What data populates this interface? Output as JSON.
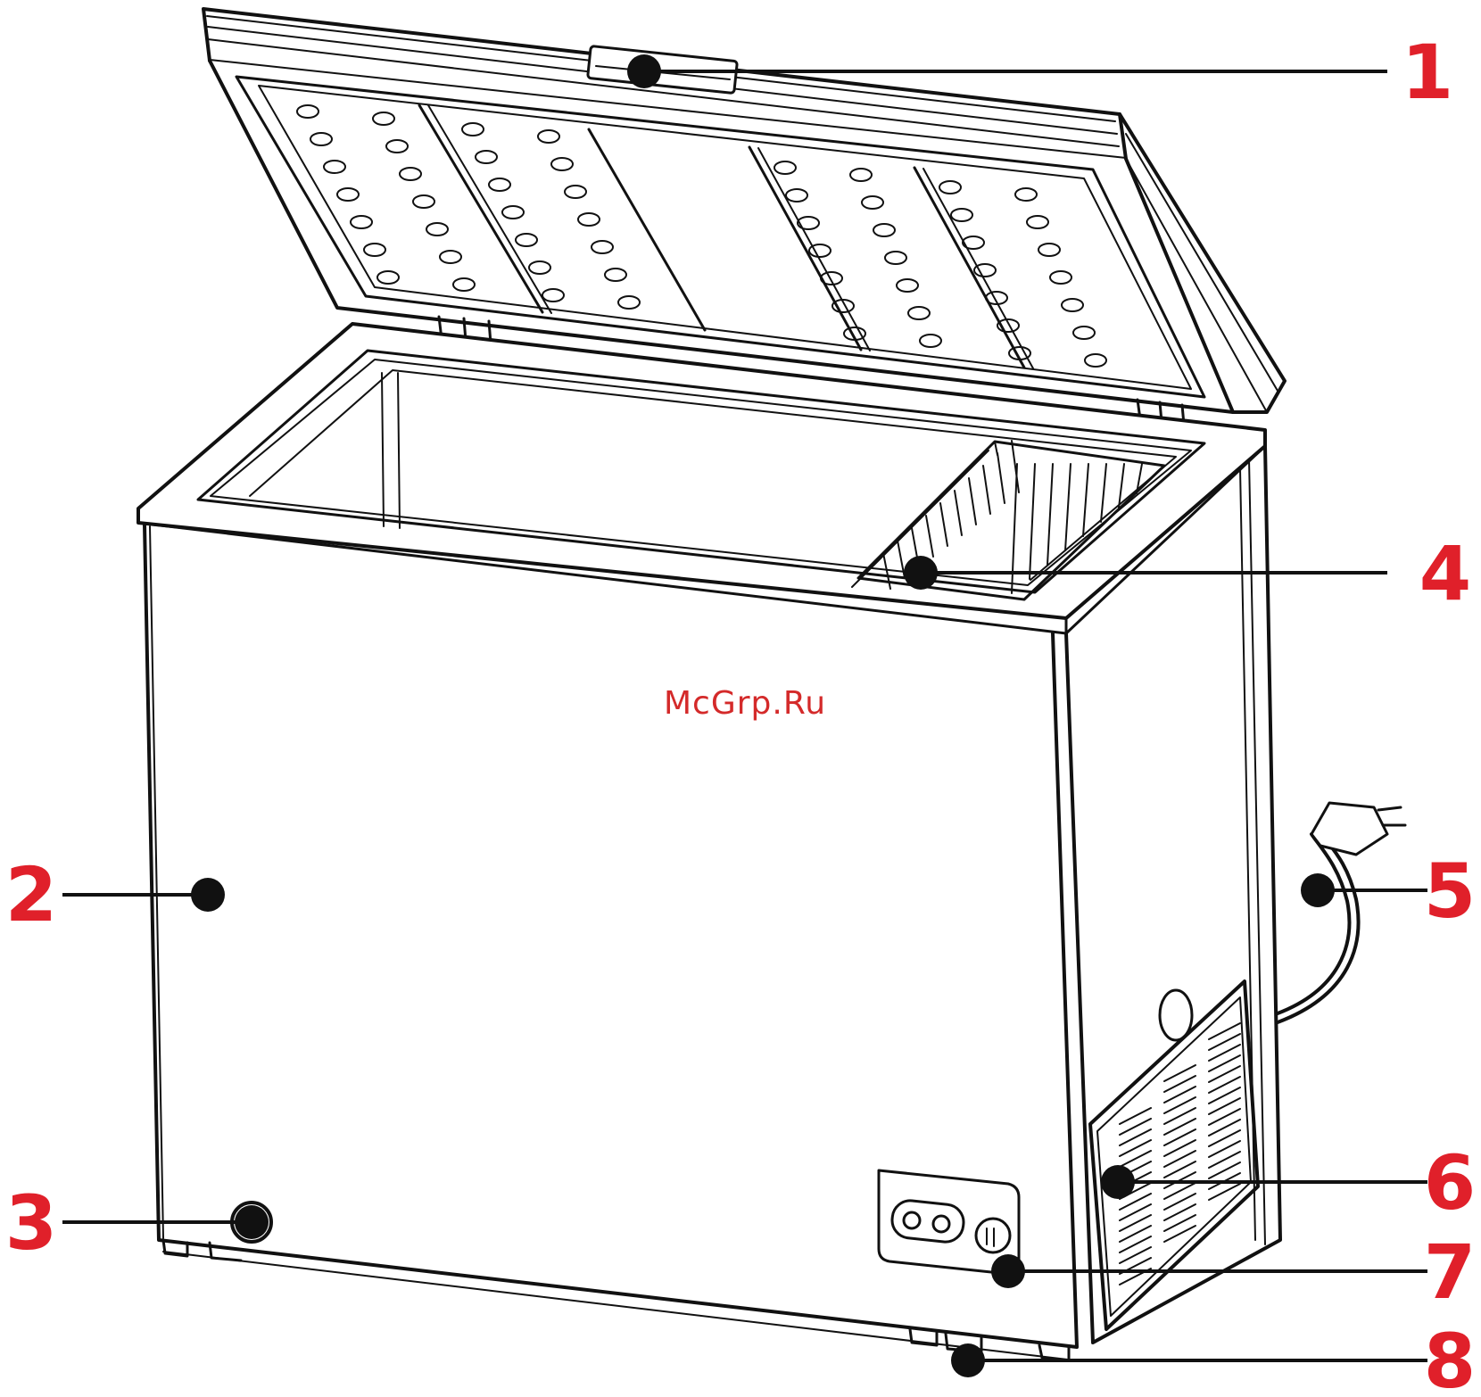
{
  "watermark": "McGrp.Ru",
  "callouts": [
    {
      "id": "1",
      "label": "1"
    },
    {
      "id": "2",
      "label": "2"
    },
    {
      "id": "3",
      "label": "3"
    },
    {
      "id": "4",
      "label": "4"
    },
    {
      "id": "5",
      "label": "5"
    },
    {
      "id": "6",
      "label": "6"
    },
    {
      "id": "7",
      "label": "7"
    },
    {
      "id": "8",
      "label": "8"
    }
  ],
  "colors": {
    "accent": "#e0202a",
    "line": "#111111",
    "watermark": "#d42a2a"
  }
}
